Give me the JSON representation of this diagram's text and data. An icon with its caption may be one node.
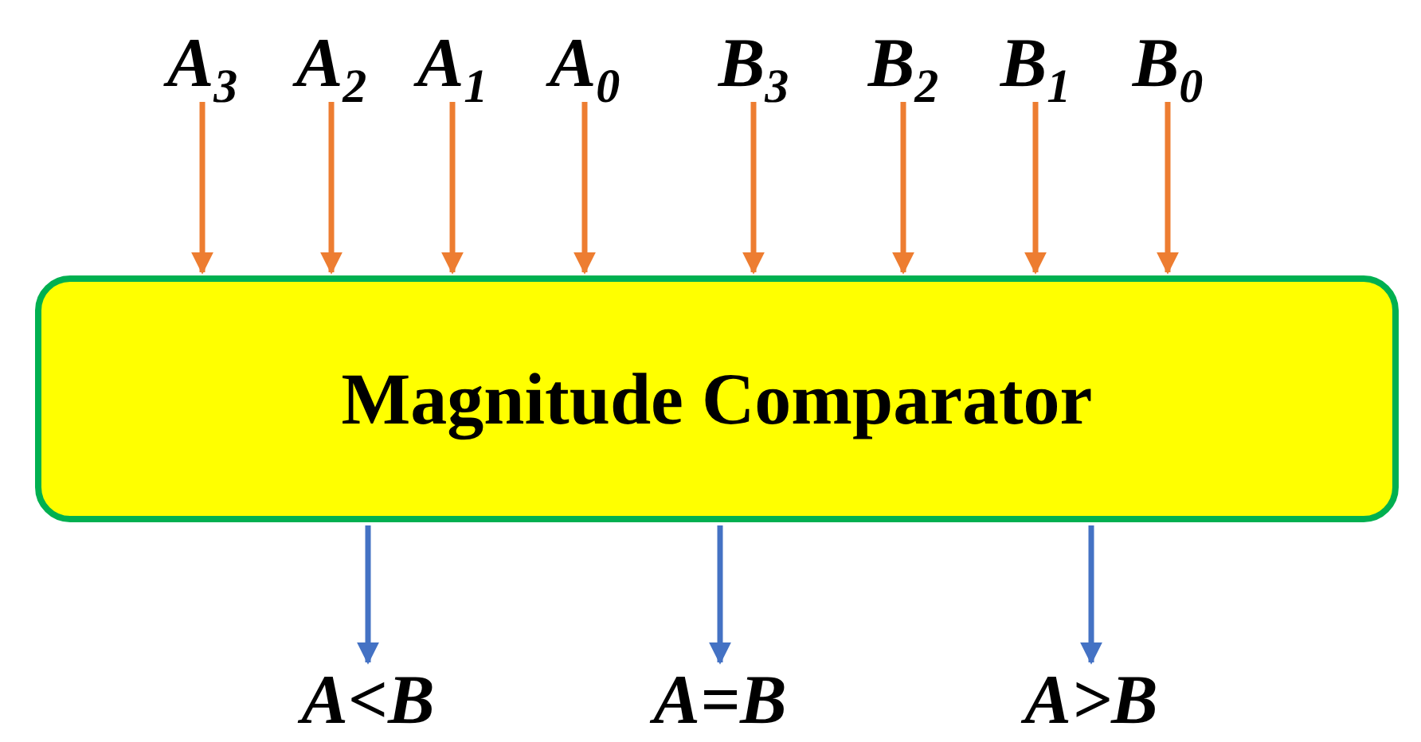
{
  "diagram": {
    "nodes": [
      {
        "text": [
          "Magnitude Comparator"
        ]
      },
      {
        "text": [
          "A$_{3}$"
        ]
      },
      {
        "text": [
          "A$_{2}$"
        ]
      },
      {
        "text": [
          "A$_{1}$"
        ]
      },
      {
        "text": [
          "A$_{0}$"
        ]
      },
      {
        "text": [
          "B$_{3}$"
        ]
      },
      {
        "text": [
          "B$_{2}$"
        ]
      },
      {
        "text": [
          "B$_{1}$"
        ]
      },
      {
        "text": [
          "B$_{0}$"
        ]
      },
      {
        "text": [
          "A<B"
        ]
      },
      {
        "text": [
          "A=B"
        ]
      },
      {
        "text": [
          "A>B"
        ]
      }
    ],
    "edges": [
      {
        "from": 1,
        "to": 0,
        "arrow": "to"
      },
      {
        "from": 2,
        "to": 0,
        "arrow": "to"
      },
      {
        "from": 3,
        "to": 0,
        "arrow": "to"
      },
      {
        "from": 4,
        "to": 0,
        "arrow": "to"
      },
      {
        "from": 5,
        "to": 0,
        "arrow": "to"
      },
      {
        "from": 6,
        "to": 0,
        "arrow": "to"
      },
      {
        "from": 7,
        "to": 0,
        "arrow": "to"
      },
      {
        "from": 8,
        "to": 0,
        "arrow": "to"
      },
      {
        "from": 0,
        "to": 9,
        "arrow": "to",
        "color": "#4472c4"
      },
      {
        "from": 0,
        "to": 10,
        "arrow": "to",
        "color": "#4472c4"
      },
      {
        "from": 0,
        "to": 11,
        "arrow": "to",
        "color": "#4472c4"
      }
    ]
  }
}
